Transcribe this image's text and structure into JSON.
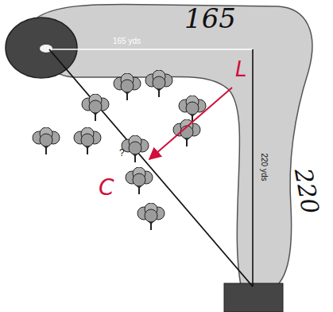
{
  "diagram": {
    "labels": [
      "165",
      "165 yds",
      "L",
      "220 yds",
      "220",
      "?",
      "C"
    ]
  }
}
